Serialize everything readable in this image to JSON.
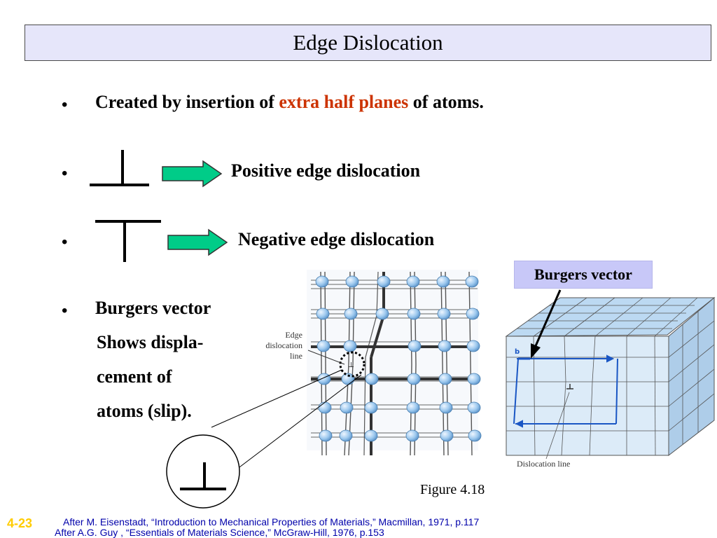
{
  "title": "Edge Dislocation",
  "bullets": {
    "b1": {
      "marker": "•",
      "pre": "Created by insertion of ",
      "highlight": "extra half planes",
      "post": " of atoms."
    },
    "b2": {
      "marker": "•",
      "symbol": "positive-edge-symbol",
      "label": "Positive edge dislocation"
    },
    "b3": {
      "marker": "•",
      "symbol": "negative-edge-symbol",
      "label": "Negative edge dislocation"
    },
    "b4": {
      "marker": "•",
      "lines": [
        "Burgers vector",
        "Shows displa-",
        "cement of",
        "atoms (slip)."
      ]
    }
  },
  "figure": {
    "edge_label_lines": [
      "Edge",
      "dislocation",
      "line"
    ],
    "burgers_label": "Burgers vector",
    "b_label": "b",
    "dislocation_line_label": "Dislocation line",
    "caption": "Figure 4.18"
  },
  "footer": {
    "slide_number": "4-23",
    "ref1": "After M. Eisenstadt, “Introduction to Mechanical Properties of Materials,” Macmillan, 1971, p.117",
    "ref2": "After A.G. Guy , “Essentials of Materials Science,” McGraw-Hill, 1976, p.153"
  },
  "colors": {
    "title_bg": "#e6e6fa",
    "highlight": "#cc3300",
    "arrow_fill": "#00cc88",
    "burgers_box": "#c8c8f8",
    "atom": "#9cc8ee",
    "crystal": "#cfe3f5",
    "vector": "#1a56c4",
    "slide_number": "#ffcc00",
    "reference": "#0000aa"
  }
}
